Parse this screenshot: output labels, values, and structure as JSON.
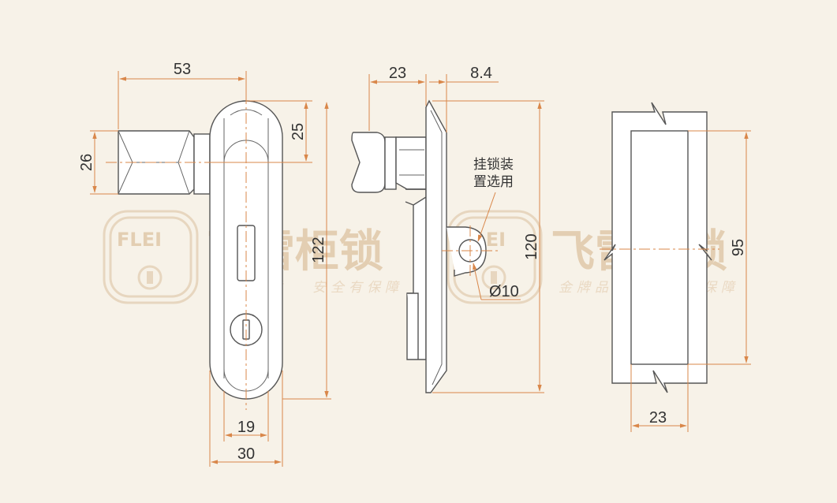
{
  "watermark": {
    "logo_text": "FLEI",
    "brand_text": "飞雷柜锁",
    "slogan_1": "金牌品质",
    "slogan_2": "安全有保障",
    "color": "#e3ceb2"
  },
  "front_view": {
    "dims": {
      "width_total": "53",
      "handle_height": "26",
      "top_offset": "25",
      "total_height": "122",
      "inner_width": "19",
      "body_width": "30"
    }
  },
  "side_view": {
    "dims": {
      "handle_depth": "23",
      "plate_depth": "8.4",
      "height": "120",
      "hole_dia": "Ø10"
    },
    "note_line_1": "挂锁装",
    "note_line_2": "置选用"
  },
  "cutout_view": {
    "dims": {
      "width": "23",
      "height": "95"
    }
  },
  "colors": {
    "dimension": "#d9874a",
    "outline": "#555555",
    "background": "#f7f2e8"
  }
}
